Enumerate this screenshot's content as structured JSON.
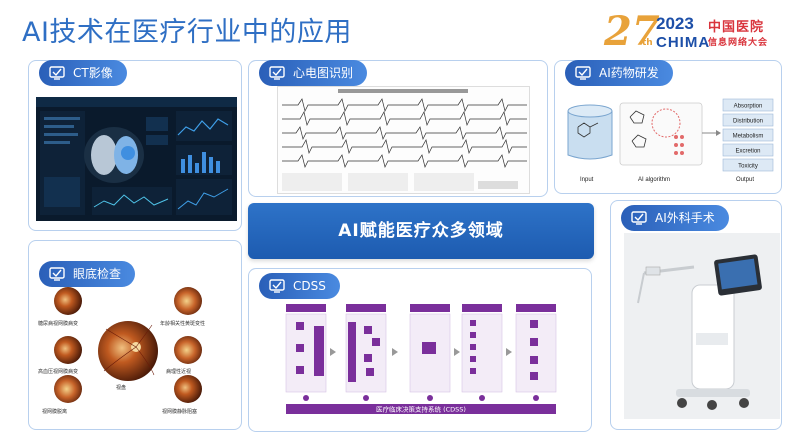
{
  "slide_title": "AI技术在医疗行业中的应用",
  "logo": {
    "number": "27",
    "suffix": "th",
    "year": "2023",
    "brand": "CHIMA",
    "cn_line1": "中国医院",
    "cn_line2": "信息网络大会"
  },
  "panels": {
    "ct": {
      "label": "CT影像"
    },
    "ecg": {
      "label": "心电图识别"
    },
    "drug": {
      "label": "AI药物研发"
    },
    "fundus": {
      "label": "眼底检查"
    },
    "cdss": {
      "label": "CDSS"
    },
    "surgery": {
      "label": "AI外科手术"
    }
  },
  "center_banner": "AI赋能医疗众多领域",
  "drug_diagram": {
    "input_label": "Input",
    "algo_label": "AI algorithm",
    "output_label": "Output",
    "outputs": [
      "Absorption",
      "Distribution",
      "Metabolism",
      "Excretion",
      "Toxicity"
    ]
  },
  "cdss_footer": "医疗临床决策支持系统 (CDSS)",
  "colors": {
    "title_blue": "#2f6fc4",
    "tag_blue": "#2a5fb8",
    "banner_blue": "#1d5bb0",
    "cdss_purple": "#7a2f9b"
  }
}
